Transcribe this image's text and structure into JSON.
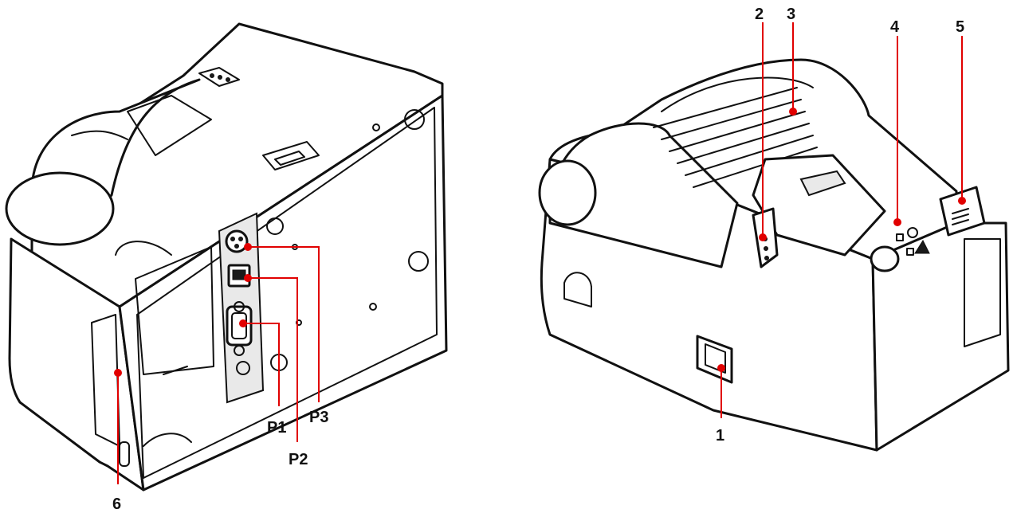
{
  "colors": {
    "leader": "#e10000",
    "outline": "#111111",
    "shade": "#e9e9e9",
    "background": "#ffffff"
  },
  "callouts": {
    "c1": "1",
    "c2": "2",
    "c3": "3",
    "c4": "4",
    "c5": "5",
    "c6": "6",
    "p1": "P1",
    "p2": "P2",
    "p3": "P3"
  }
}
